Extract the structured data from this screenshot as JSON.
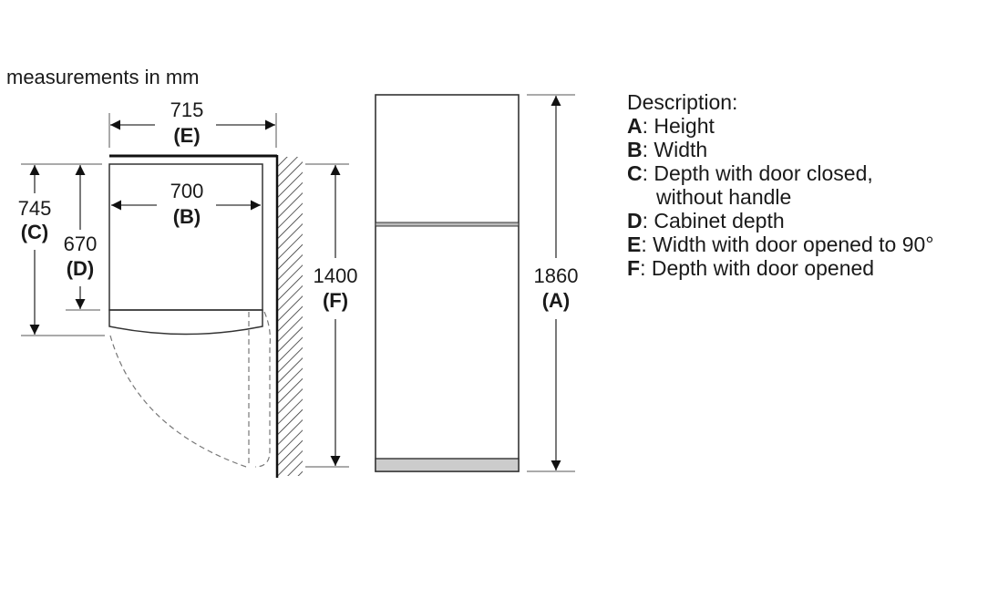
{
  "units_label": "measurements in mm",
  "dimensions": {
    "E": {
      "value": "715",
      "letter": "(E)"
    },
    "B": {
      "value": "700",
      "letter": "(B)"
    },
    "C": {
      "value": "745",
      "letter": "(C)"
    },
    "D": {
      "value": "670",
      "letter": "(D)"
    },
    "F": {
      "value": "1400",
      "letter": "(F)"
    },
    "A": {
      "value": "1860",
      "letter": "(A)"
    }
  },
  "description": {
    "title": "Description:",
    "items": [
      {
        "key": "A",
        "text": ": Height"
      },
      {
        "key": "B",
        "text": ": Width"
      },
      {
        "key": "C",
        "text": ": Depth with door closed,",
        "text2": "without handle"
      },
      {
        "key": "D",
        "text": ": Cabinet depth"
      },
      {
        "key": "E",
        "text": ": Width with door opened to 90°"
      },
      {
        "key": "F",
        "text": ": Depth with door opened"
      }
    ]
  }
}
